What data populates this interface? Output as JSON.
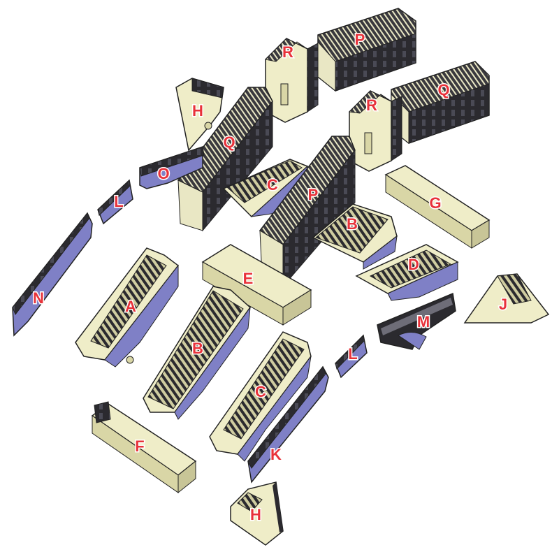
{
  "colors": {
    "cream": "#efedc8",
    "cream_side": "#d9d6a6",
    "lavender": "#7f80c6",
    "dark": "#2b2a2f",
    "label": "#e8323a"
  },
  "parts": {
    "A": "A",
    "B_top": "B",
    "B_bottom": "B",
    "C_top": "C",
    "C_bottom": "C",
    "D": "D",
    "E": "E",
    "F": "F",
    "G": "G",
    "H_top": "H",
    "H_bottom": "H",
    "J": "J",
    "K": "K",
    "L_left": "L",
    "L_right": "L",
    "M": "M",
    "N": "N",
    "O": "O",
    "P_top": "P",
    "P_mid": "P",
    "Q_right": "Q",
    "Q_left": "Q",
    "R_left": "R",
    "R_right": "R"
  }
}
